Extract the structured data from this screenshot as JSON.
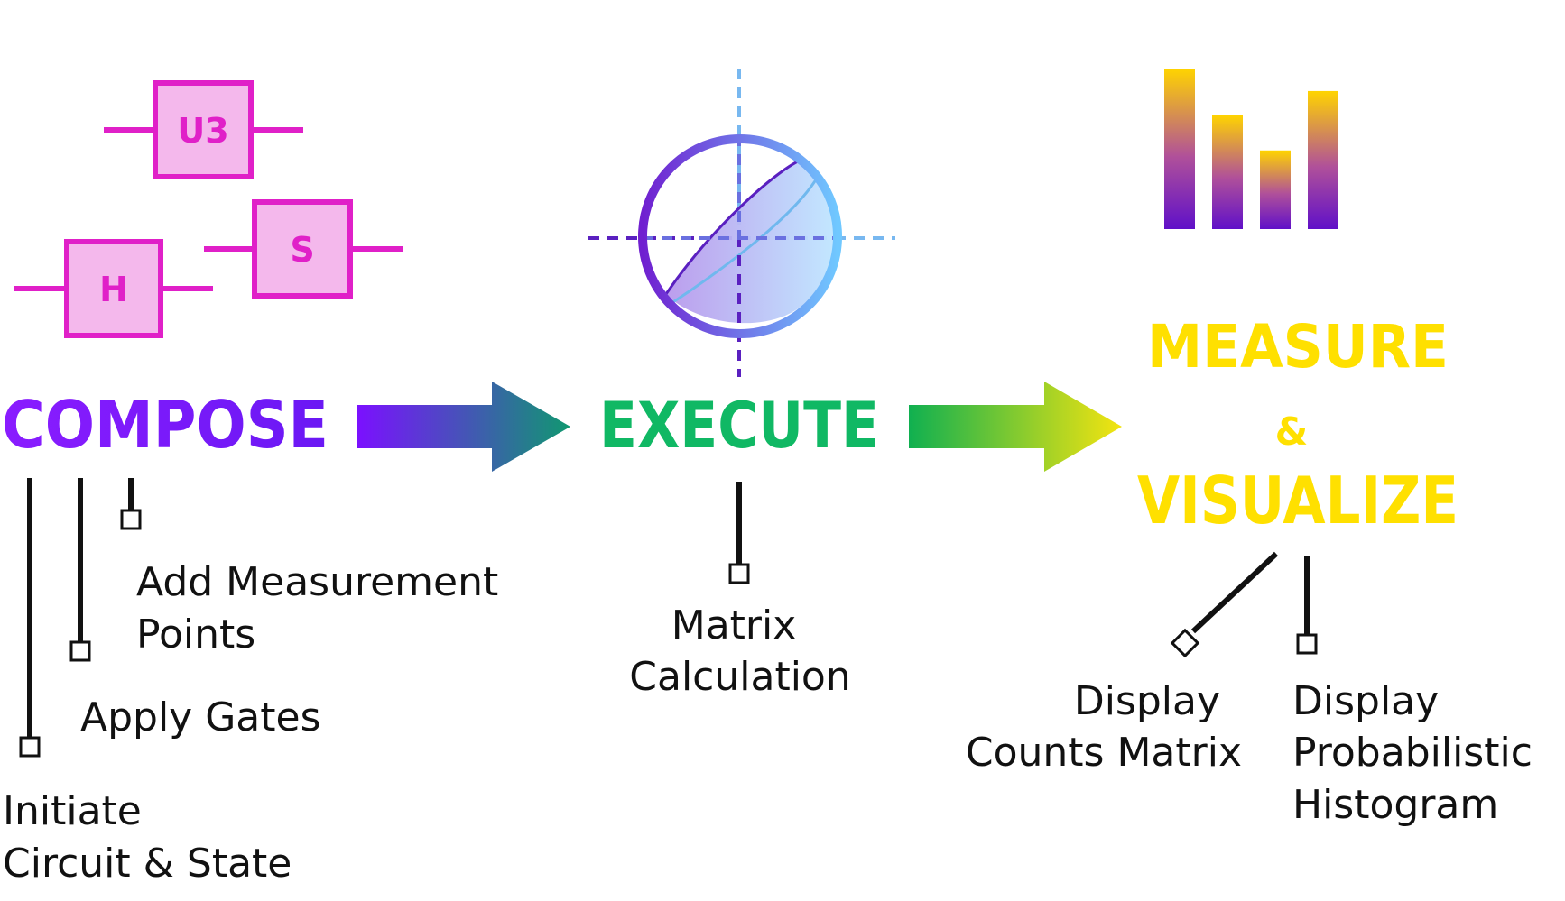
{
  "stages": {
    "compose": {
      "title": "COMPOSE",
      "color_start": "#8a1cff",
      "color_end": "#6a12f0",
      "gates": [
        "U3",
        "S",
        "H"
      ],
      "steps": {
        "add_measurement": [
          "Add Measurement",
          "Points"
        ],
        "apply_gates": [
          "Apply Gates"
        ],
        "initiate": [
          "Initiate",
          "Circuit & State"
        ]
      }
    },
    "execute": {
      "title": "EXECUTE",
      "color": "#10b864",
      "steps": {
        "matrix": [
          "Matrix",
          "Calculation"
        ]
      }
    },
    "measure": {
      "title_line1": "MEASURE",
      "title_amp": "&",
      "title_line2": "VISUALIZE",
      "color": "#ffe000",
      "steps": {
        "counts": [
          "Display",
          "Counts Matrix"
        ],
        "histogram": [
          "Display",
          "Probabilistic",
          "Histogram"
        ]
      }
    }
  },
  "colors": {
    "gate_stroke": "#e020c8",
    "gate_fill": "#f4b8ec",
    "arrow1_start": "#7b10ff",
    "arrow1_end": "#10a070",
    "arrow2_start": "#10b050",
    "arrow2_end": "#f0e010",
    "bar_top": "#ffd000",
    "bar_bottom": "#6010c0",
    "sphere_start": "#7a20d8",
    "sphere_end": "#70c8ff"
  },
  "histogram_levels": [
    1.0,
    0.71,
    0.49,
    0.86
  ],
  "icons": [
    "quantum-gate-icon",
    "bloch-sphere-icon",
    "bar-chart-icon",
    "arrow-icon",
    "connector-square-icon"
  ]
}
